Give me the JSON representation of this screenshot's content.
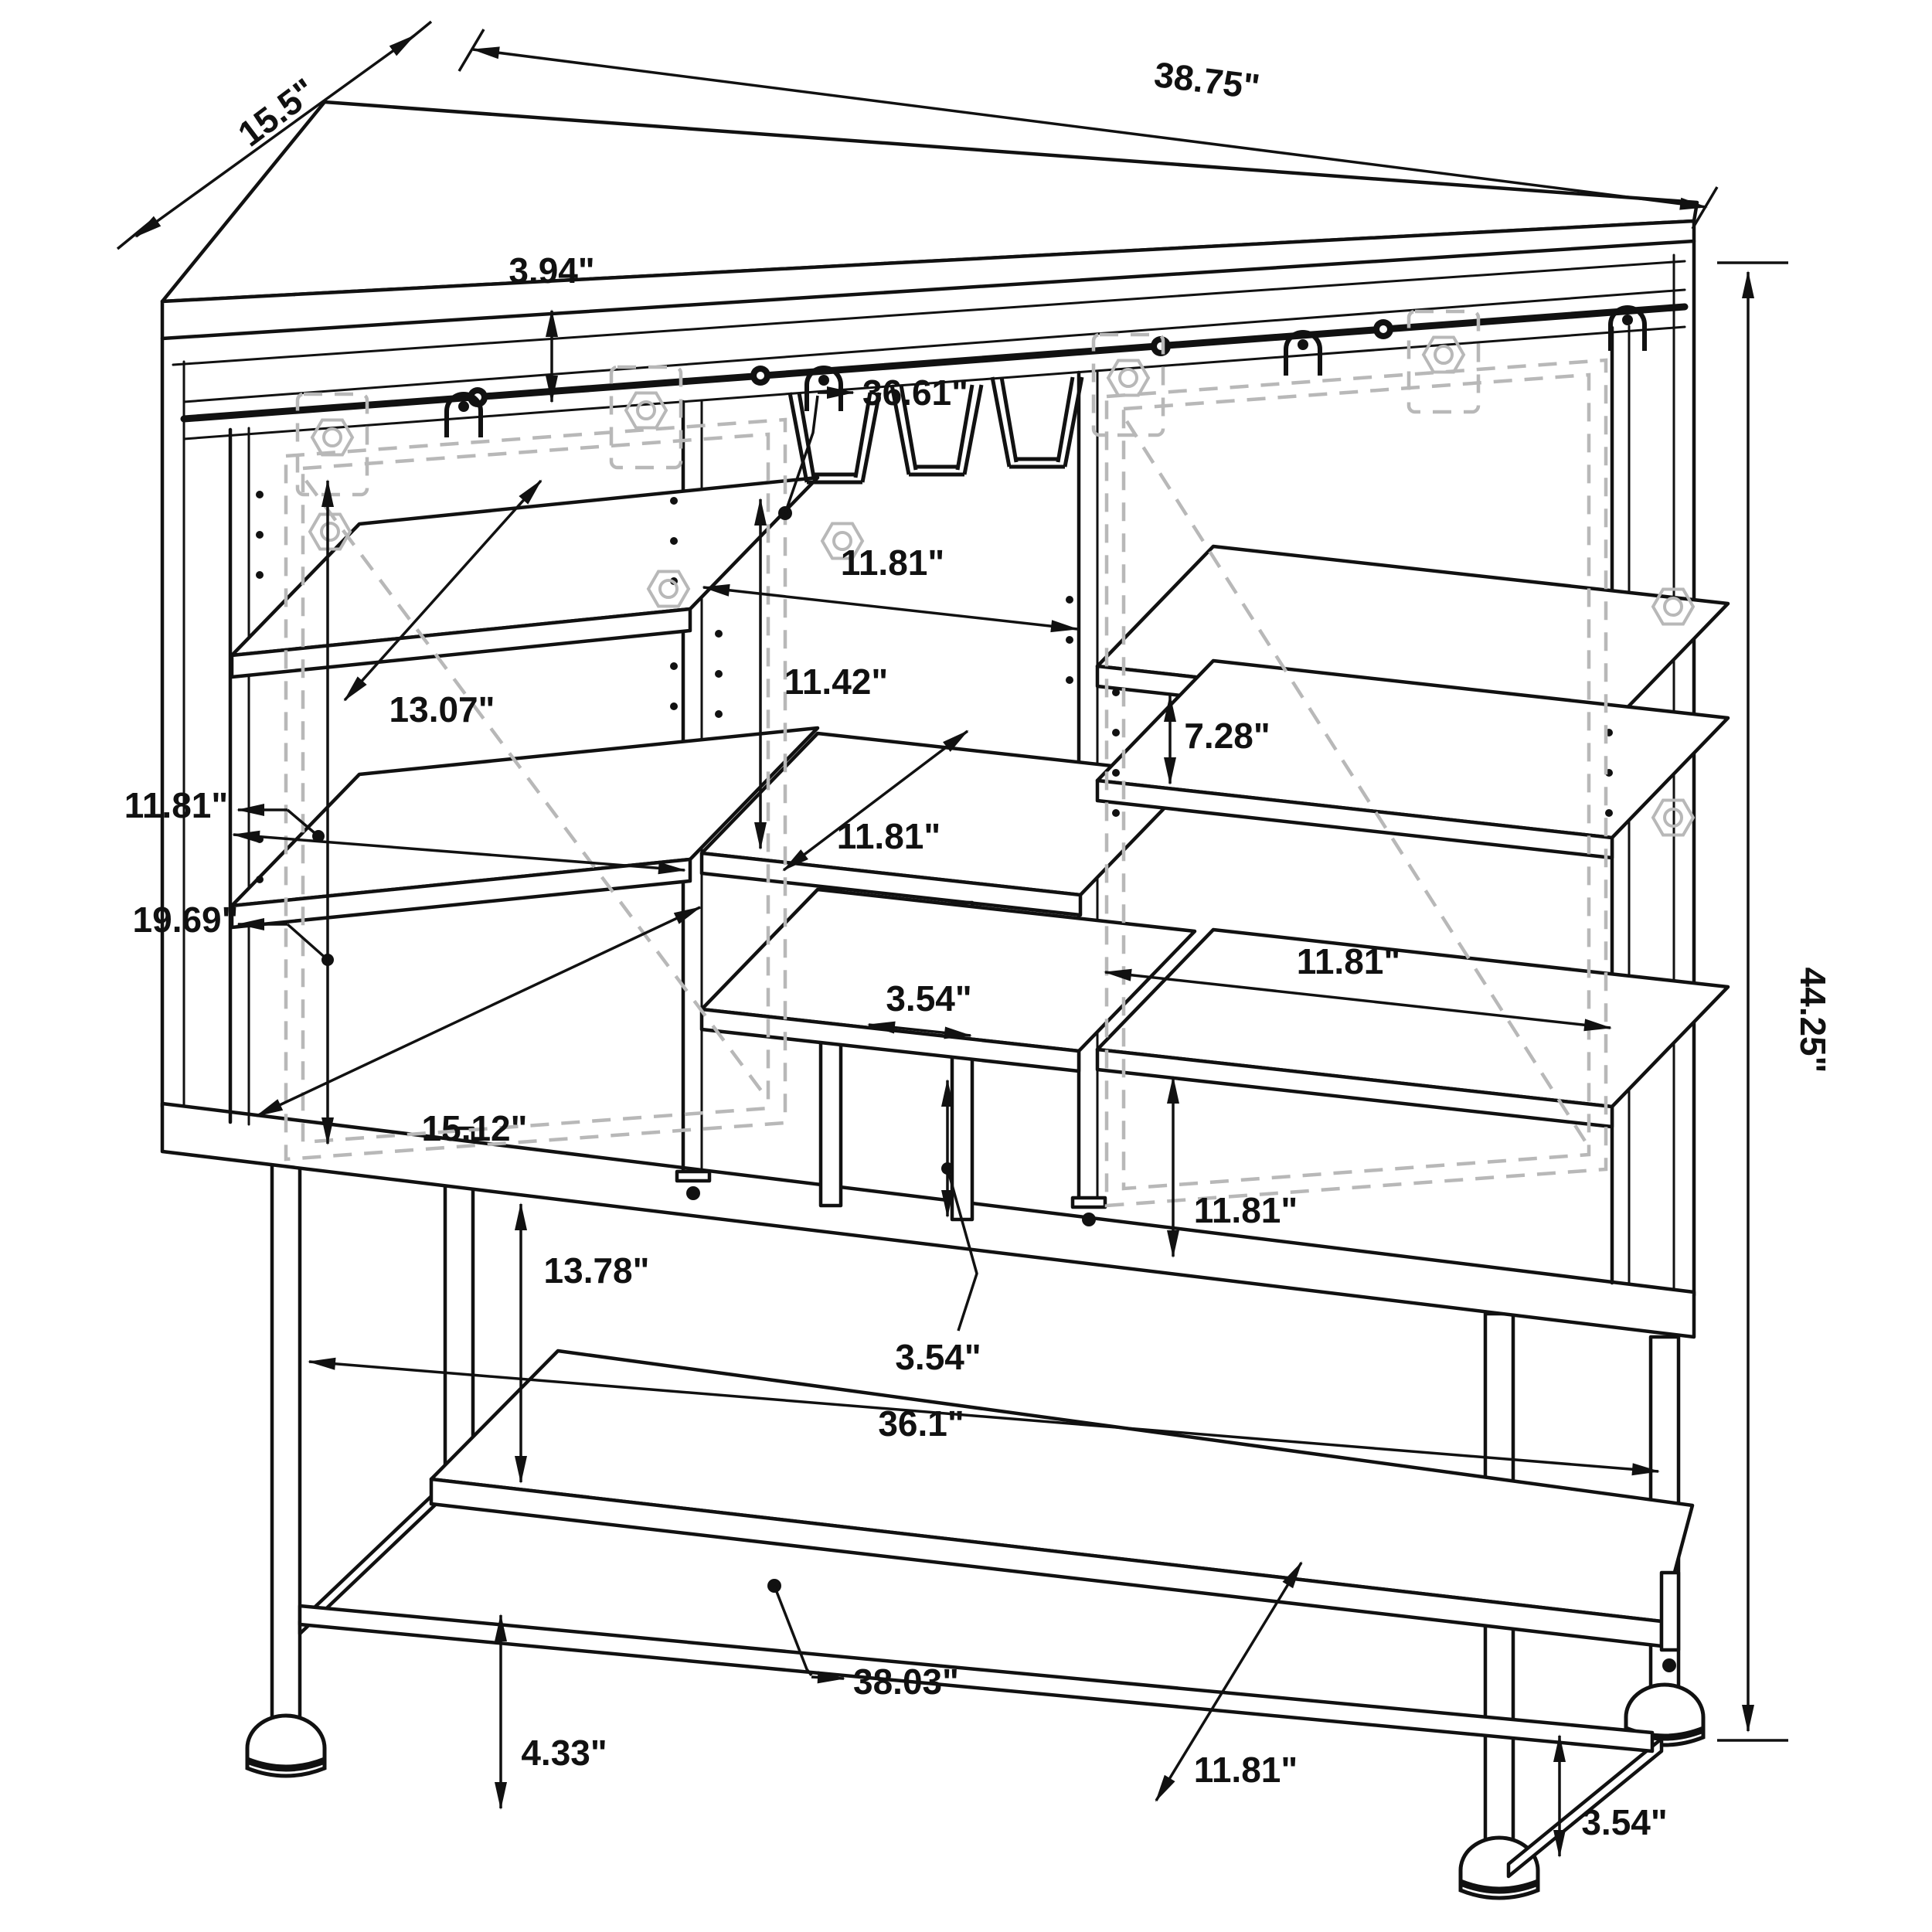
{
  "diagram": {
    "kind": "furniture-dimension-line-drawing",
    "units": "inches",
    "overall": {
      "width": "38.75\"",
      "depth": "15.5\"",
      "height": "44.25\""
    },
    "dims": {
      "top_width": "38.75\"",
      "top_depth": "15.5\"",
      "overall_height": "44.25\"",
      "top_rail_height": "3.94\"",
      "door_track_length": "36.61\"",
      "middle_width": "11.81\"",
      "middle_height": "11.42\"",
      "left_shelf_depth": "13.07\"",
      "right_shelf_spacing": "7.28\"",
      "left_width": "11.81\"",
      "left_height": "19.69\"",
      "middle_shelf_depth": "11.81\"",
      "right_width": "11.81\"",
      "wine_cubby_width": "3.54\"",
      "left_diagonal_depth": "15.12\"",
      "right_lower_height": "11.81\"",
      "base_clearance": "13.78\"",
      "wine_divider_height": "3.54\"",
      "base_inner_width": "36.1\"",
      "bottom_shelf_length": "38.03\"",
      "bottom_shelf_depth": "11.81\"",
      "bottom_shelf_height": "4.33\"",
      "base_rail_height": "3.54\""
    }
  }
}
